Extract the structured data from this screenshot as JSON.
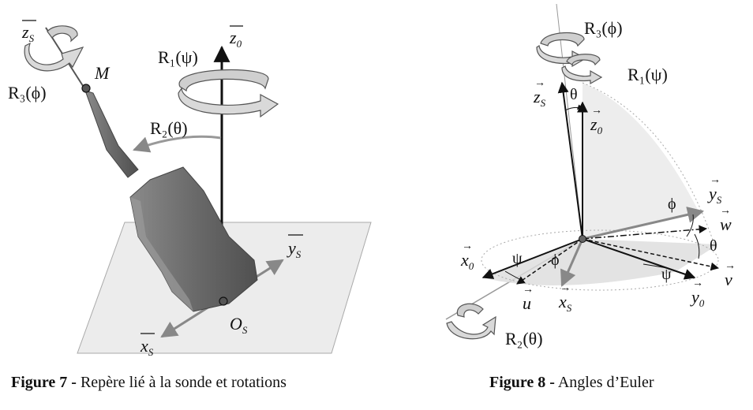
{
  "figure7": {
    "caption_label": "Figure 7 -",
    "caption_text": " Repère lié à la sonde et rotations",
    "rot_psi": "R₁(ψ)",
    "rot_theta": "R₂(θ)",
    "rot_phi": "R₃(ϕ)",
    "point_m": "M",
    "point_o": "O",
    "point_o_sub": "S",
    "axis_z0": "z",
    "axis_z0_sub": "0",
    "axis_zs": "z",
    "axis_zs_sub": "S",
    "axis_ys": "y",
    "axis_ys_sub": "S",
    "axis_xs": "x",
    "axis_xs_sub": "S"
  },
  "figure8": {
    "caption_label": "Figure 8 -",
    "caption_text": " Angles d’Euler",
    "rot_phi": "R₃(ϕ)",
    "rot_psi": "R₁(ψ)",
    "rot_theta": "R₂(θ)",
    "axis_zs": "z",
    "axis_zs_sub": "S",
    "axis_z0": "z",
    "axis_z0_sub": "0",
    "axis_ys": "y",
    "axis_ys_sub": "S",
    "axis_w": "w",
    "axis_x0": "x",
    "axis_x0_sub": "0",
    "axis_v": "v",
    "axis_y0": "y",
    "axis_y0_sub": "0",
    "axis_u": "u",
    "axis_xs": "x",
    "axis_xs_sub": "S",
    "ang_theta_top": "θ",
    "ang_phi_right": "ϕ",
    "ang_theta_right": "θ",
    "ang_psi_left": "ψ",
    "ang_phi_left": "ϕ",
    "ang_psi_bottom": "ψ"
  }
}
